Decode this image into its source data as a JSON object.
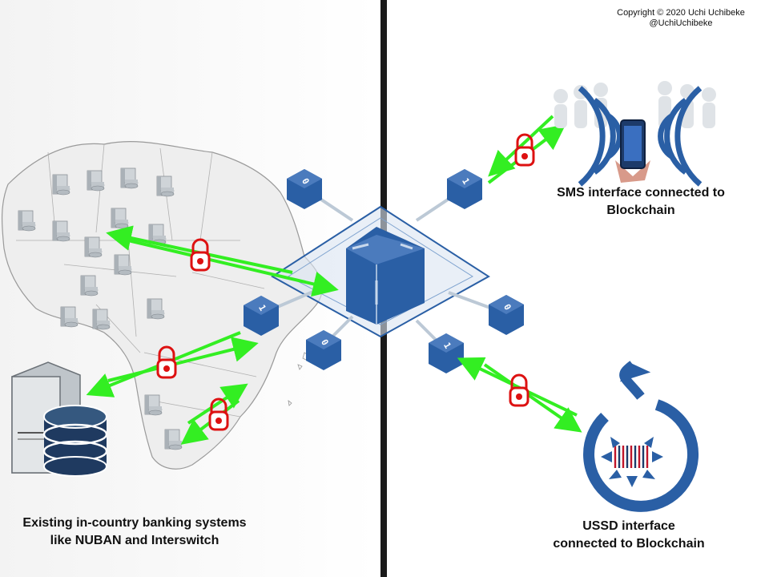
{
  "copyright": {
    "line1": "Copyright © 2020 Uchi Uchibeke",
    "line2": "@UchiUchibeke"
  },
  "labels": {
    "sms_line1": "SMS interface connected to",
    "sms_line2": "Blockchain",
    "ussd_line1": "USSD interface",
    "ussd_line2": "connected to Blockchain",
    "banking_line1": "Existing in-country banking systems",
    "banking_line2": "like NUBAN and Interswitch"
  },
  "blocks": [
    {
      "id": "top-left",
      "digit": "0"
    },
    {
      "id": "top-right",
      "digit": "1"
    },
    {
      "id": "left",
      "digit": "1"
    },
    {
      "id": "bottom-center",
      "digit": "0"
    },
    {
      "id": "right",
      "digit": "0"
    },
    {
      "id": "bottom-right",
      "digit": "1"
    }
  ],
  "colors": {
    "block_blue": "#2a5fa5",
    "arrow_green": "#33ee22",
    "lock_red": "#dd1111",
    "divider": "#1a1a1a",
    "map_bg": "#f2f2f2"
  }
}
